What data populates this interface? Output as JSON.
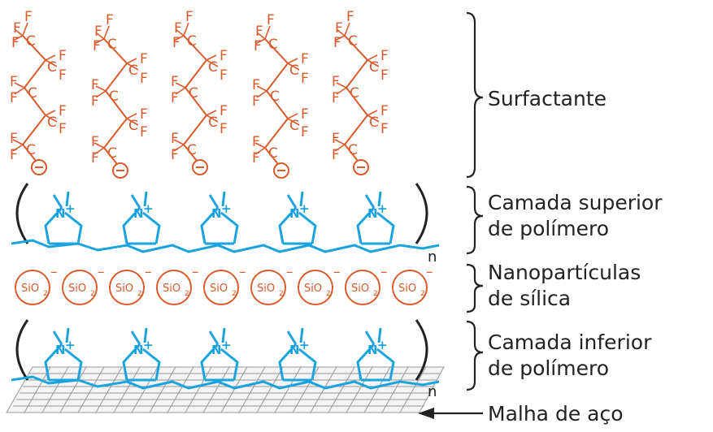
{
  "colors": {
    "surfactant": "#d95a2b",
    "polymer": "#1aa3dc",
    "text": "#222222",
    "mesh": "#999999"
  },
  "chem": {
    "fluorine": "F",
    "carbon": "C",
    "silica": "SiO",
    "silica_sub": "2",
    "charge_minus": "–",
    "ammonium": "N",
    "ammonium_charge": "+",
    "repeat": "n"
  },
  "labels": {
    "surfactant": "Surfactante",
    "top_polymer": [
      "Camada superior",
      "de polímero"
    ],
    "nanoparticles": [
      "Nanopartículas",
      "de sílica"
    ],
    "bottom_polymer": [
      "Camada inferior",
      "de polímero"
    ],
    "steel_mesh": "Malha de aço"
  },
  "icons": {
    "surfactant_head": "minus-circle-icon",
    "brace": "curly-brace-icon",
    "arrow": "arrow-left-icon"
  }
}
